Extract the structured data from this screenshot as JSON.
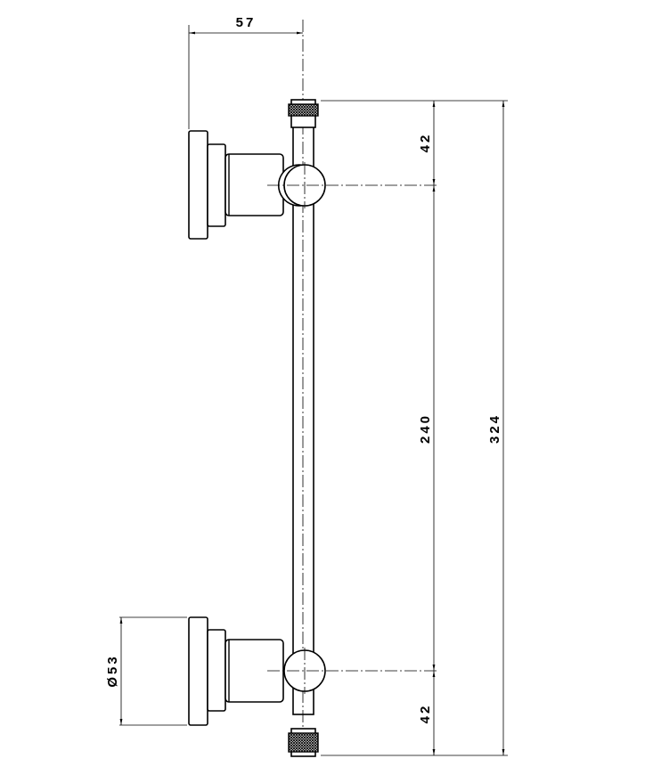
{
  "drawing": {
    "title": "Shower rail side view with dimensions",
    "dimensions": {
      "depth": "57",
      "top_offset": "42",
      "center_distance": "240",
      "bottom_offset": "42",
      "total_length": "324",
      "flange_diameter": "Ø53"
    },
    "colors": {
      "line": "#000000",
      "background": "#ffffff"
    }
  }
}
